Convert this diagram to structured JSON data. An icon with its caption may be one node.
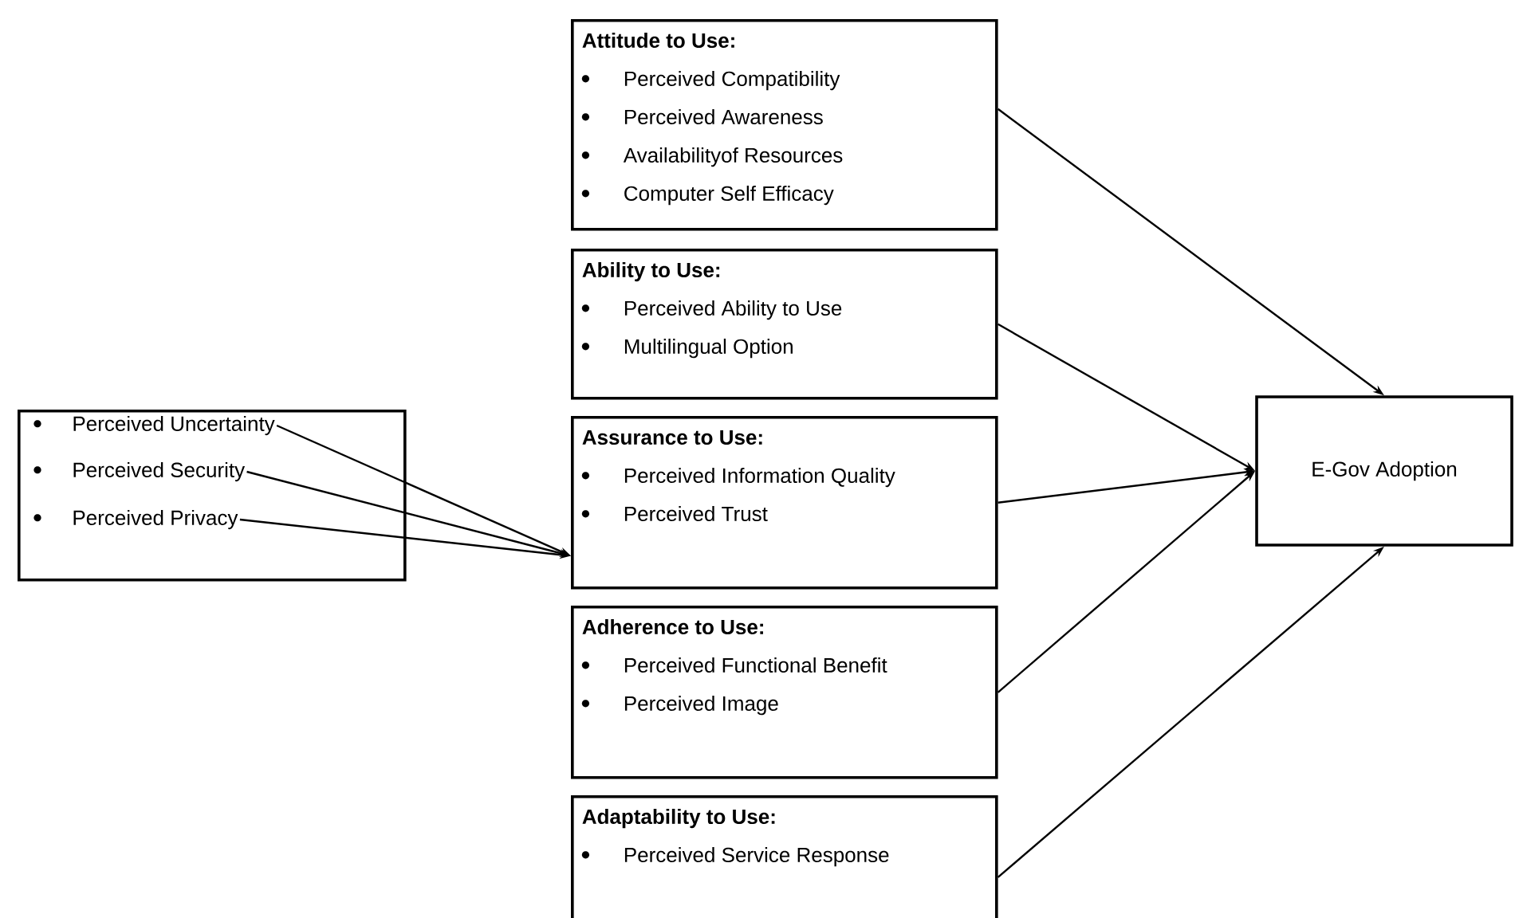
{
  "diagram": {
    "nodes": [
      {
        "text": [],
        "shape": "box"
      },
      {
        "text": [
          "Perceived Uncertainty"
        ],
        "in": 0
      },
      {
        "text": [
          "Perceived Security"
        ],
        "in": 0
      },
      {
        "text": [
          "Perceived Privacy"
        ],
        "in": 0
      },
      {
        "text": [
          "Attitude to Use:",
          "Perceived Compatibility",
          "Perceived Awareness",
          "Availabilityof Resources",
          "Computer Self Efficacy"
        ]
      },
      {
        "text": [
          "Ability to Use:",
          "Perceived Ability to Use",
          "Multilingual Option"
        ]
      },
      {
        "text": [
          "Assurance to Use:",
          "Perceived Information Quality",
          "Perceived Trust"
        ]
      },
      {
        "text": [
          "Adherence to Use:",
          "Perceived Functional Benefit",
          "Perceived Image"
        ]
      },
      {
        "text": [
          "Adaptability to Use:",
          "Perceived Service Response"
        ]
      },
      {
        "text": [
          "E-Gov Adoption"
        ]
      }
    ],
    "edges": [
      {
        "from": 1,
        "to": 6,
        "arrow": "to"
      },
      {
        "from": 2,
        "to": 6,
        "arrow": "to"
      },
      {
        "from": 3,
        "to": 6,
        "arrow": "to"
      },
      {
        "from": 4,
        "to": 9,
        "arrow": "to"
      },
      {
        "from": 5,
        "to": 9,
        "arrow": "to"
      },
      {
        "from": 6,
        "to": 9,
        "arrow": "to"
      },
      {
        "from": 7,
        "to": 9,
        "arrow": "to"
      },
      {
        "from": 8,
        "to": 9,
        "arrow": "to"
      }
    ]
  }
}
